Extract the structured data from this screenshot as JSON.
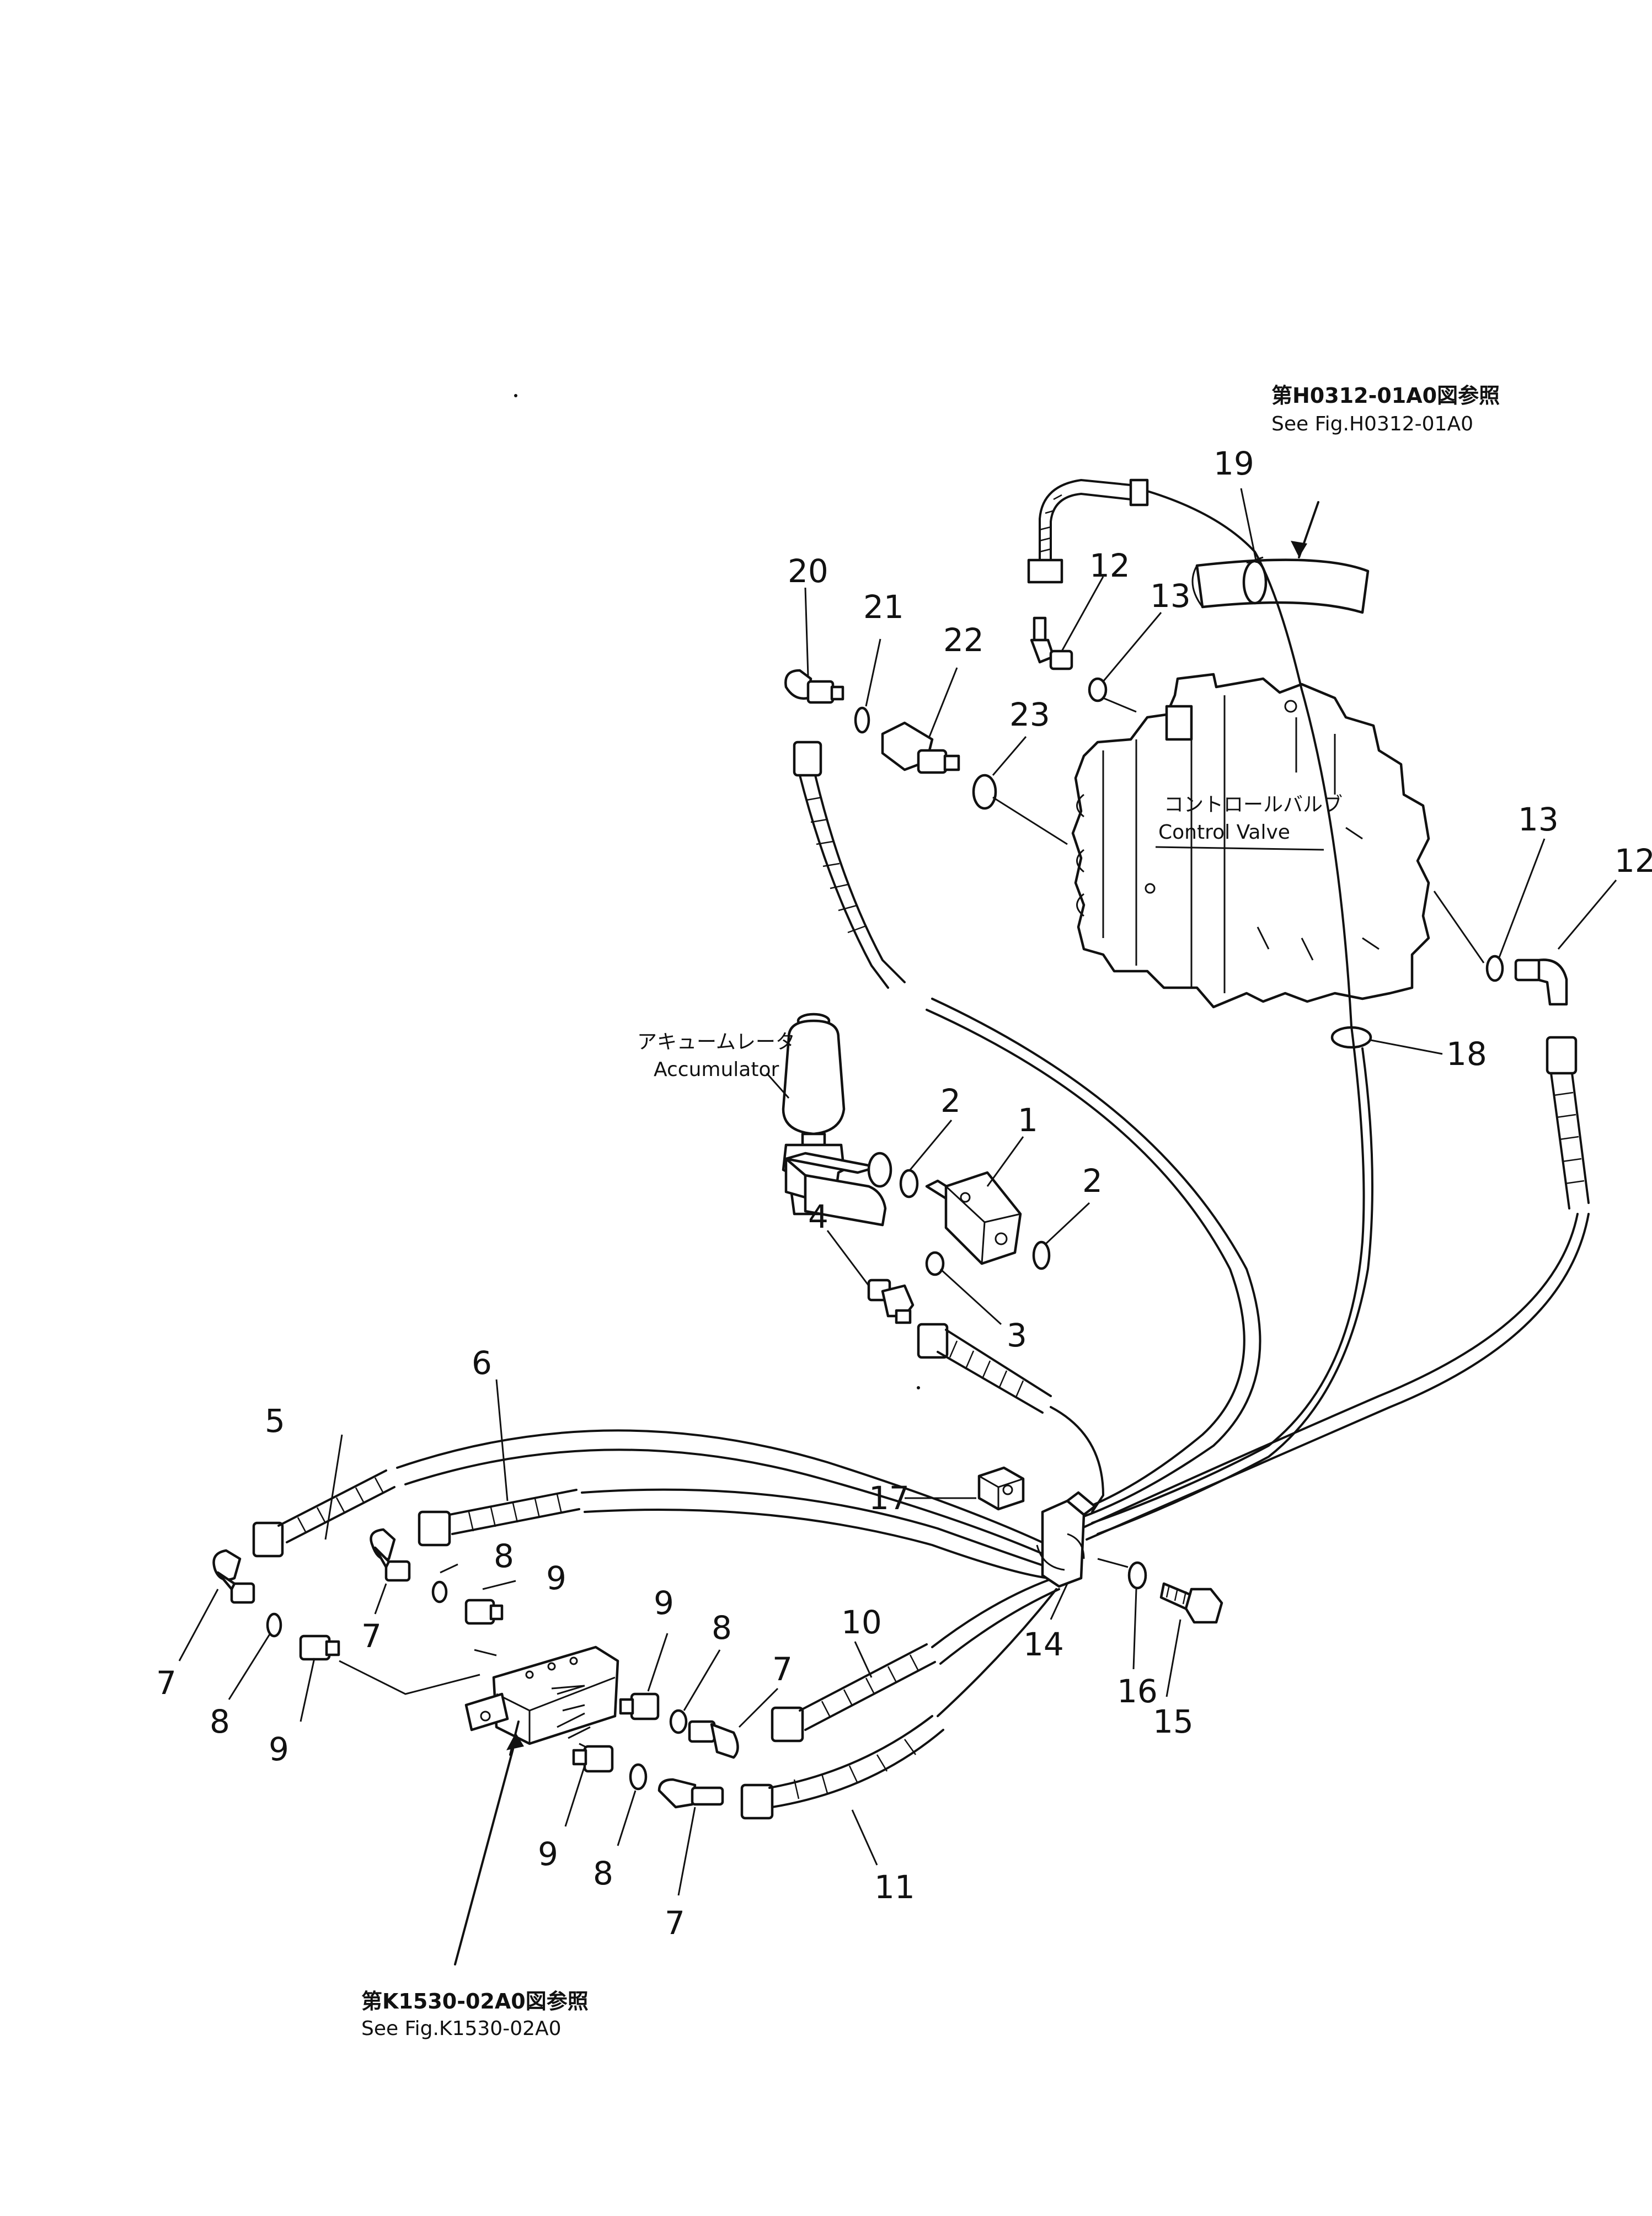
{
  "references": {
    "top_jp": "第H0312-01A0図参照",
    "top_en": "See Fig.H0312-01A0",
    "bottom_jp": "第K1530-02A0図参照",
    "bottom_en": "See Fig.K1530-02A0"
  },
  "components": {
    "control_valve_jp": "コントロールバルブ",
    "control_valve_en": "Control  Valve",
    "accumulator_jp": "アキュームレータ",
    "accumulator_en": "Accumulator"
  },
  "callouts": {
    "c1": "1",
    "c2a": "2",
    "c2b": "2",
    "c3": "3",
    "c4": "4",
    "c5": "5",
    "c6": "6",
    "c7a": "7",
    "c7b": "7",
    "c7c": "7",
    "c7d": "7",
    "c8a": "8",
    "c8b": "8",
    "c8c": "8",
    "c8d": "8",
    "c9a": "9",
    "c9b": "9",
    "c9c": "9",
    "c9d": "9",
    "c10": "10",
    "c11": "11",
    "c12a": "12",
    "c12b": "12",
    "c13a": "13",
    "c13b": "13",
    "c14": "14",
    "c15": "15",
    "c16": "16",
    "c17": "17",
    "c18": "18",
    "c19": "19",
    "c20": "20",
    "c21": "21",
    "c22": "22",
    "c23": "23"
  }
}
